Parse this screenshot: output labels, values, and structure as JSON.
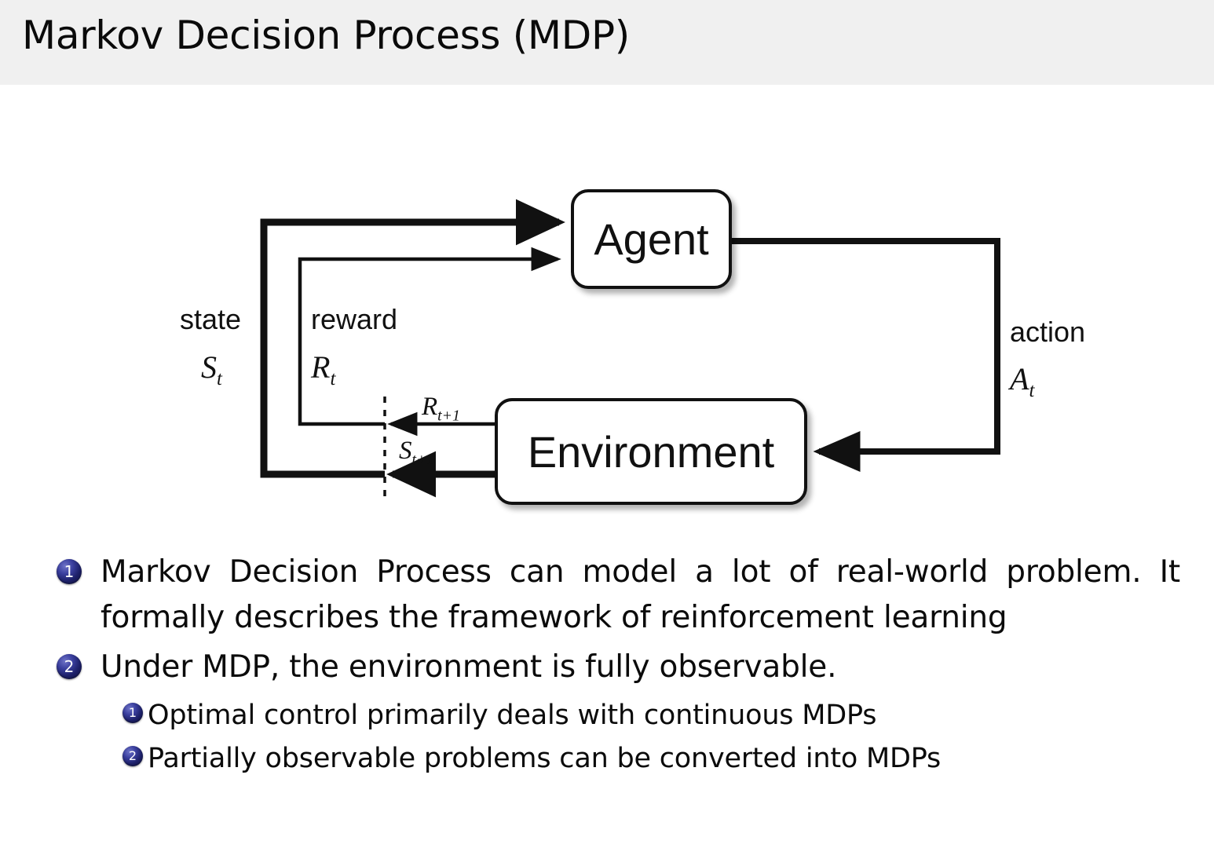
{
  "header": {
    "title": "Markov Decision Process (MDP)",
    "background_color": "#F0F0F0"
  },
  "diagram": {
    "name": "agent-environment-interaction-loop",
    "nodes": {
      "agent": "Agent",
      "environment": "Environment"
    },
    "labels": {
      "state_word": "state",
      "state_symbol": "S",
      "state_symbol_sub": "t",
      "reward_word": "reward",
      "reward_symbol": "R",
      "reward_symbol_sub": "t",
      "action_word": "action",
      "action_symbol": "A",
      "action_symbol_sub": "t",
      "reward_next_symbol": "R",
      "reward_next_sub": "t+1",
      "state_next_symbol": "S",
      "state_next_sub": "t+1"
    },
    "stroke_color": "#111111"
  },
  "content": {
    "bullets": [
      {
        "number": "1",
        "lines": [
          "Markov Decision Process can model a lot of real-world problem. It",
          "formally describes the framework of reinforcement learning"
        ],
        "text": "Markov Decision Process can model a lot of real-world problem. It formally describes the framework of reinforcement learning"
      },
      {
        "number": "2",
        "text": "Under MDP, the environment is fully observable.",
        "sub_bullets": [
          {
            "number": "1",
            "text": "Optimal control primarily deals with continuous MDPs"
          },
          {
            "number": "2",
            "text": "Partially observable problems can be converted into MDPs"
          }
        ]
      }
    ]
  },
  "colors": {
    "bullet_badge": "#1C1F67",
    "text": "#0B0B0B",
    "page_background": "#FFFFFF"
  }
}
